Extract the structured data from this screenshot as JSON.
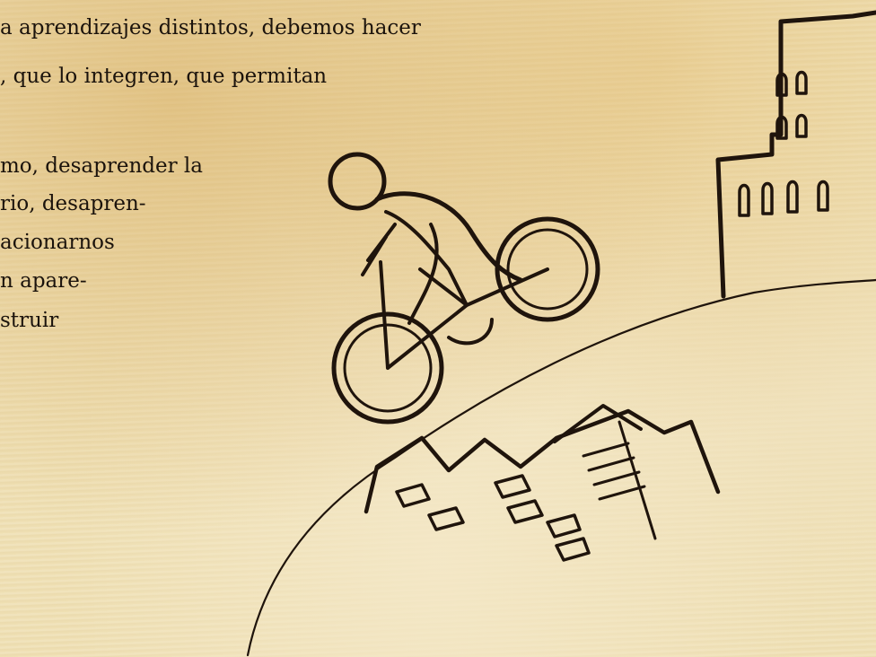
{
  "text": {
    "lines": [
      "a aprendizajes distintos, debemos hacer",
      ", que lo integren, que permitan",
      "mo, desaprender la",
      "rio, desapren-",
      "acionarnos",
      "n apare-",
      "struir"
    ]
  },
  "colors": {
    "ink": "#1f140c",
    "paper": "#efe0b4",
    "stain": "#d6aa5c"
  },
  "illustration": {
    "subjects": [
      "cyclist-icon",
      "hill-curve",
      "left-buildings-icon",
      "right-building-icon"
    ]
  }
}
